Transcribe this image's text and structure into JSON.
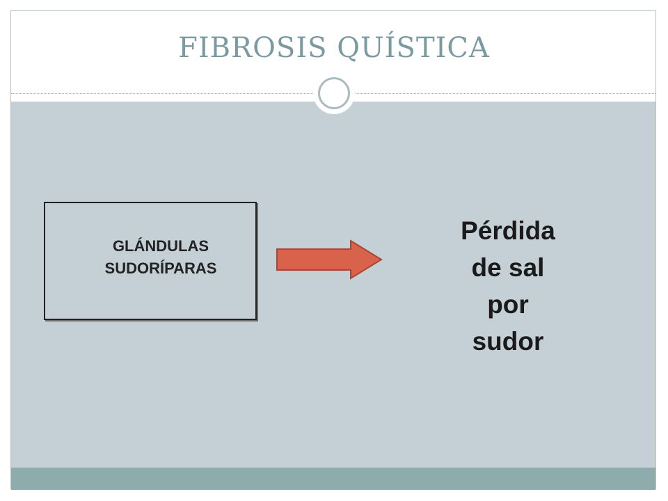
{
  "slide": {
    "title": "FIBROSIS QUÍSTICA",
    "box": {
      "line1": "GLÁNDULAS",
      "line2": "SUDORÍPARAS"
    },
    "result": {
      "line1": "Pérdida",
      "line2": "de sal",
      "line3": "por",
      "line4": "sudor"
    }
  },
  "colors": {
    "title": "#7a9aa0",
    "content_band": "#c5d0d6",
    "footer_band": "#8eacac",
    "arrow_fill": "#d9634a",
    "arrow_stroke": "#a84533"
  }
}
